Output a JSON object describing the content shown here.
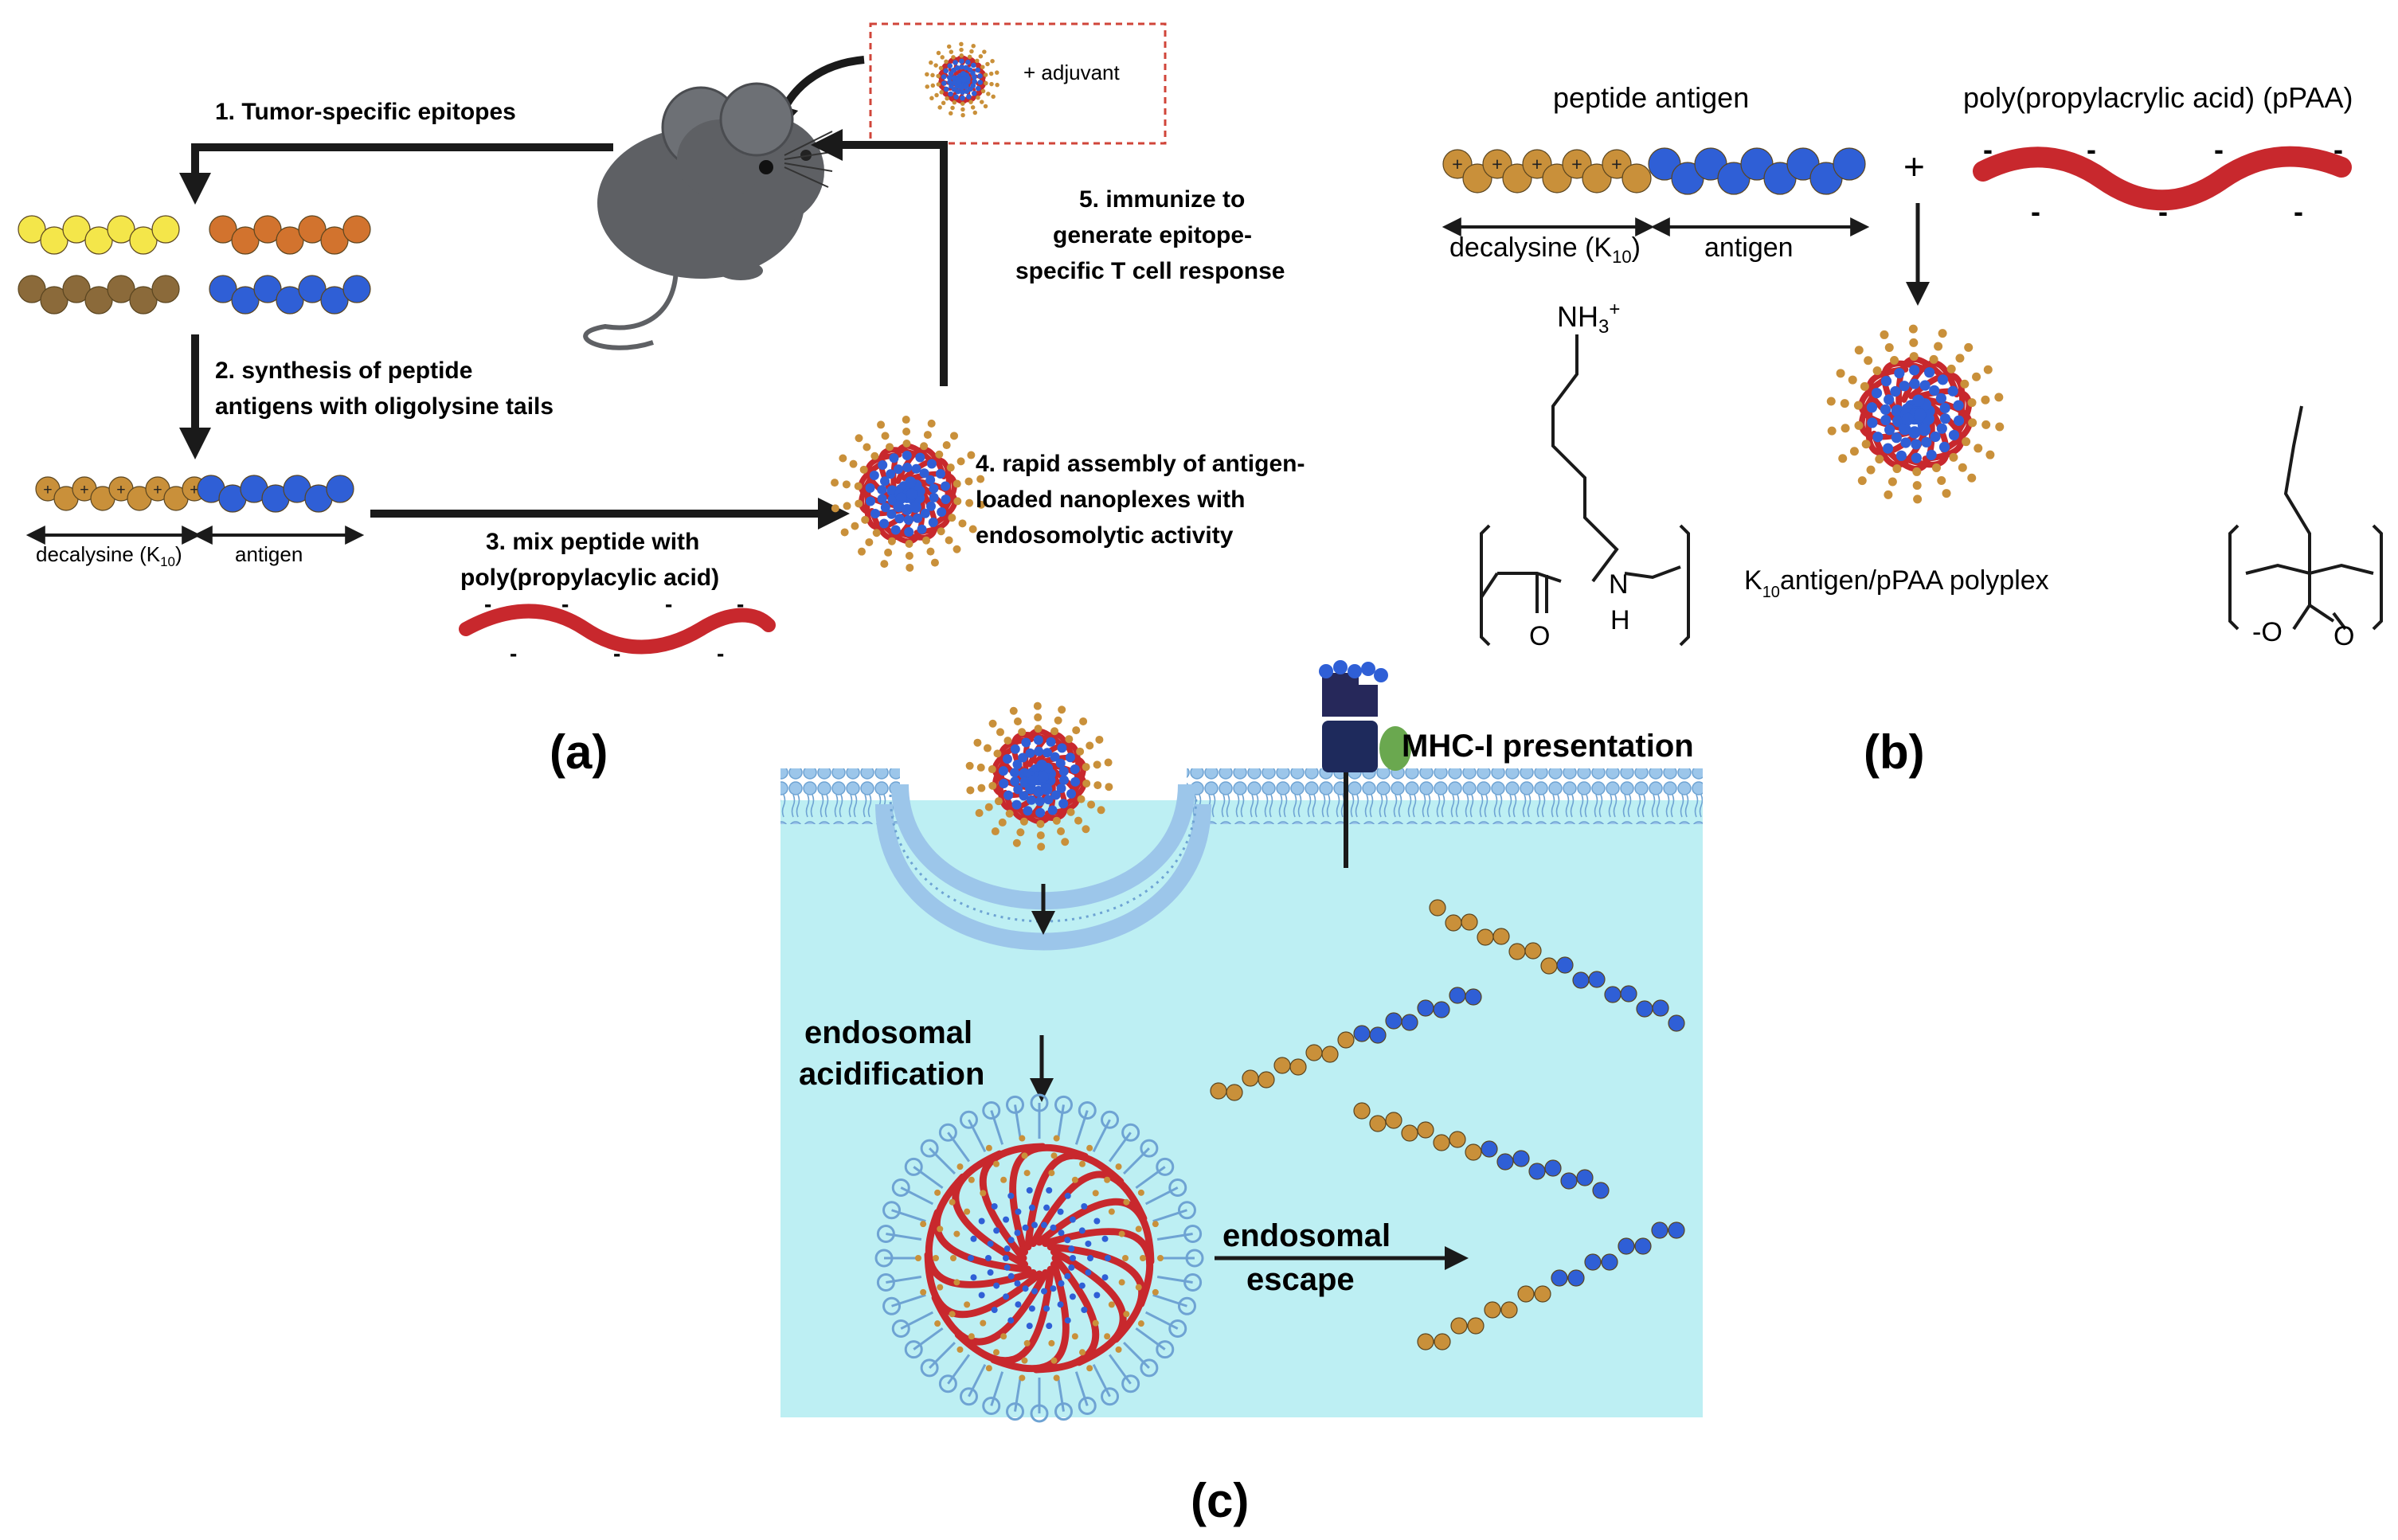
{
  "panel_a": {
    "caption": "(a)",
    "adjuvant_label": "+ adjuvant",
    "step1": "1. Tumor-specific epitopes",
    "step2_line1": "2. synthesis of peptide",
    "step2_line2": "antigens with oligolysine tails",
    "step3_line1": "3. mix peptide with",
    "step3_line2": "poly(propylacylic acid)",
    "step4_line1": "4. rapid assembly of antigen-",
    "step4_line2": "loaded nanoplexes with",
    "step4_line3": "endosomolytic activity",
    "step5_line1": "5. immunize to",
    "step5_line2": "generate epitope-",
    "step5_line3": "specific T cell response",
    "decalysine_prefix": "decalysine (K",
    "decalysine_sub": "10",
    "decalysine_suffix": ")",
    "antigen_label": "antigen"
  },
  "panel_b": {
    "caption": "(b)",
    "peptide_antigen": "peptide antigen",
    "ppaa_title": "poly(propylacrylic acid) (pPAA)",
    "plus": "+",
    "decalysine_prefix": "decalysine (K",
    "decalysine_sub": "10",
    "decalysine_suffix": ")",
    "antigen_label": "antigen",
    "nh3": "NH",
    "nh3_sub": "3",
    "nh3_sup": "+",
    "polyplex_prefix": "K",
    "polyplex_sub": "10",
    "polyplex_suffix": "antigen/pPAA polyplex",
    "atom_o": "O",
    "atom_n": "N",
    "atom_h": "H",
    "carboxylate_o_minus": "-O",
    "carboxylate_o": "O"
  },
  "panel_c": {
    "caption": "(c)",
    "mhc_label": "MHC-I presentation",
    "acid_line1": "endosomal",
    "acid_line2": "acidification",
    "escape_line1": "endosomal",
    "escape_line2": "escape"
  },
  "colors": {
    "lysine": "#c9903a",
    "antigen": "#2f5fd6",
    "ppaa": "#c8282d",
    "yellow": "#f4e64a",
    "orange": "#d2732e",
    "brown": "#8b6a3a",
    "cytosol": "#bdeff3",
    "membrane": "#9cc6ea",
    "mouse": "#5e6064"
  },
  "icons": [
    "mouse-icon",
    "nanoplex-icon",
    "arrow-icon",
    "membrane-icon",
    "mhc-receptor-icon"
  ]
}
